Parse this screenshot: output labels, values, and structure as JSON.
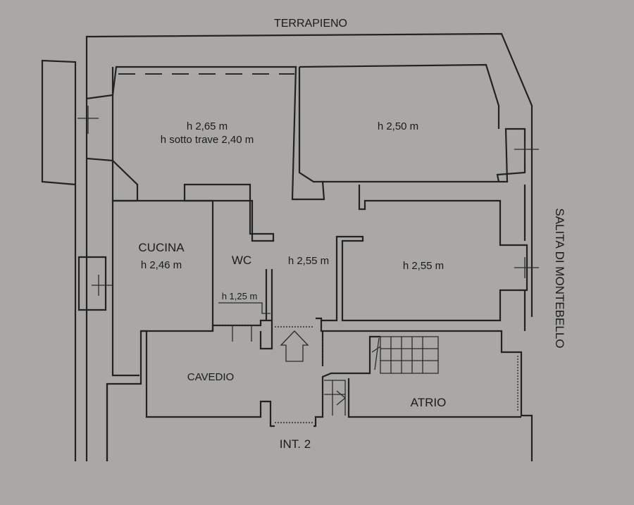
{
  "plan": {
    "street_top": "TERRAPIENO",
    "street_right": "SALITA DI MONTEBELLO",
    "unit": "INT. 2",
    "rooms": {
      "top_left_height": "h 2,65 m",
      "top_left_beam": "h sotto trave 2,40 m",
      "top_right_height": "h 2,50 m",
      "kitchen_name": "CUCINA",
      "kitchen_height": "h 2,46 m",
      "wc_name": "WC",
      "wc_sub_height": "h 1,25 m",
      "hall_height": "h 2,55 m",
      "right_room_height": "h 2,55 m",
      "cavedio_name": "CAVEDIO",
      "atrio_name": "ATRIO"
    }
  }
}
